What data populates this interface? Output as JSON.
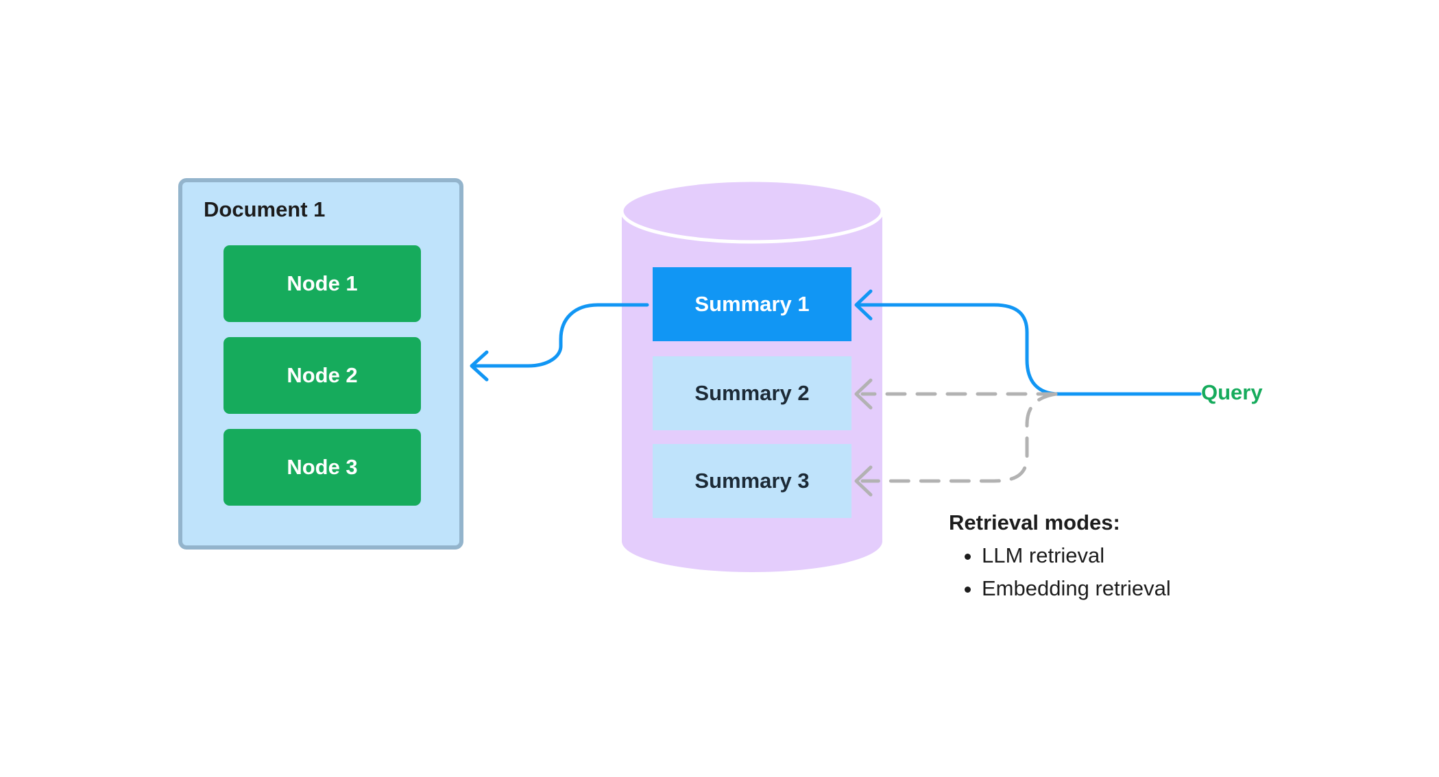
{
  "document": {
    "title": "Document 1",
    "nodes": [
      "Node 1",
      "Node 2",
      "Node 3"
    ]
  },
  "index": {
    "summaries": [
      "Summary 1",
      "Summary 2",
      "Summary 3"
    ],
    "selected": "Summary 1"
  },
  "query": {
    "label": "Query"
  },
  "retrieval_modes": {
    "title": "Retrieval modes:",
    "items": [
      "LLM retrieval",
      "Embedding retrieval"
    ]
  },
  "colors": {
    "doc_fill": "#bfe3fb",
    "doc_border": "#93b4cc",
    "node_fill": "#16ab5c",
    "cylinder_fill": "#e4cdfc",
    "selected_summary": "#1196f4",
    "summary_fill": "#bfe3fb",
    "active_arrow": "#1196f4",
    "inactive_arrow": "#b2b2b2",
    "query_text": "#16ab5c"
  }
}
